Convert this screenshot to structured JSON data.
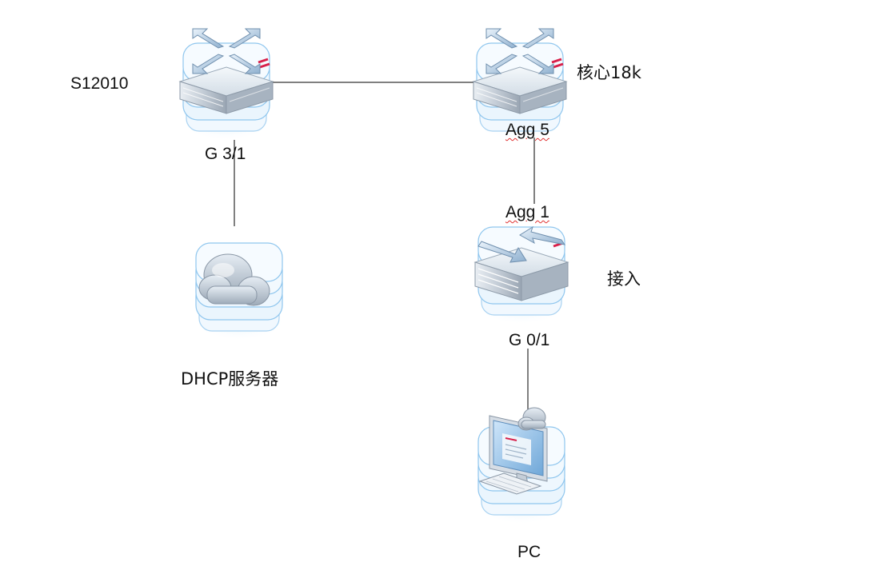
{
  "nodes": {
    "s12010": {
      "label": "S12010",
      "port": "G 3/1",
      "icon": "core-switch-icon"
    },
    "core": {
      "label": "核心18k",
      "port": "Agg 5",
      "icon": "core-switch-icon"
    },
    "access": {
      "label": "接入",
      "port_top": "Agg 1",
      "port_bottom": "G 0/1",
      "icon": "access-switch-icon"
    },
    "dhcp": {
      "label": "DHCP服务器",
      "icon": "cloud-server-icon"
    },
    "pc": {
      "label": "PC",
      "icon": "pc-monitor-icon"
    }
  },
  "links": [
    {
      "from": "s12010",
      "to": "core"
    },
    {
      "from": "s12010",
      "to": "dhcp"
    },
    {
      "from": "core",
      "to": "access"
    },
    {
      "from": "access",
      "to": "pc"
    }
  ],
  "colors": {
    "layer_stroke": "#8fc6ee",
    "layer_fill": "#eaf5fd",
    "device_body": "#cfd9e3",
    "accent_red": "#d8204a",
    "link": "#000000",
    "label": "#111111"
  }
}
